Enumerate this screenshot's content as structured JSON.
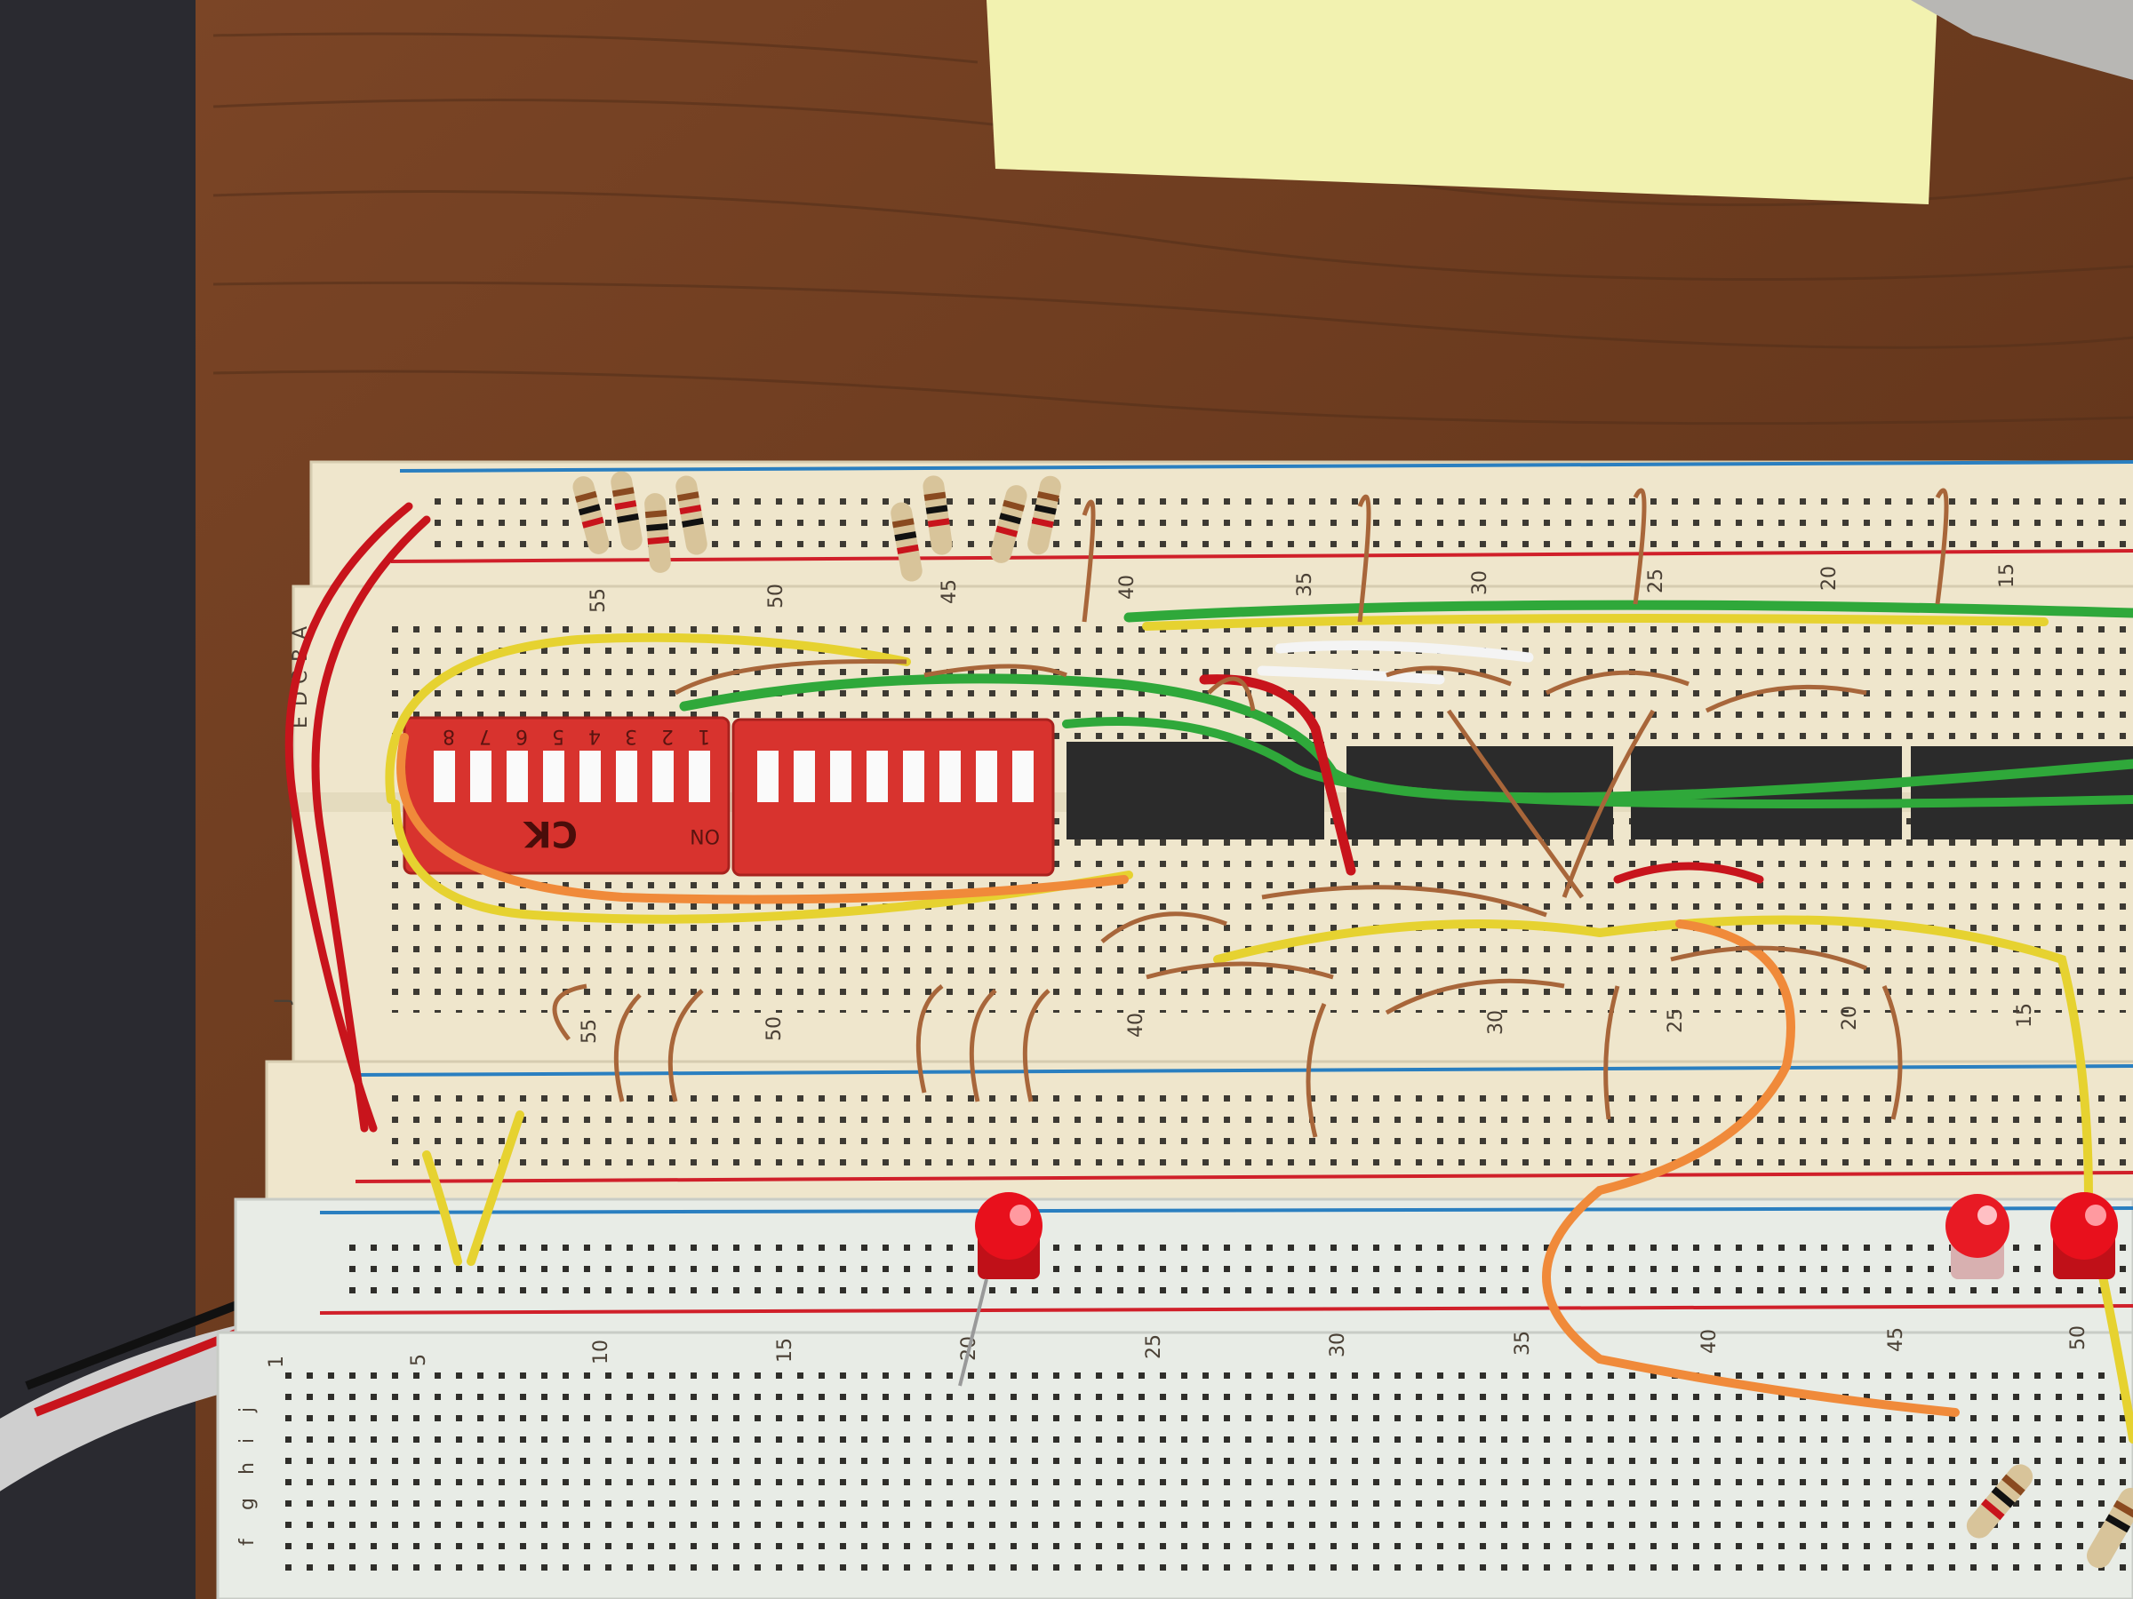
{
  "upper_board": {
    "top_numbers": [
      "55",
      "50",
      "45",
      "40",
      "35",
      "30",
      "25",
      "20",
      "15"
    ],
    "bottom_numbers": [
      "55",
      "50",
      "40",
      "30",
      "25",
      "20",
      "15"
    ],
    "row_letters": [
      "A",
      "B",
      "C",
      "D",
      "E",
      "J"
    ]
  },
  "lower_board": {
    "numbers": [
      "1",
      "5",
      "10",
      "15",
      "20",
      "25",
      "30",
      "35",
      "40",
      "45",
      "50"
    ],
    "row_letters": [
      "j",
      "i",
      "h",
      "g",
      "f"
    ]
  },
  "dip_switch": {
    "numbers": [
      "1",
      "2",
      "3",
      "4",
      "5",
      "6",
      "7",
      "8"
    ],
    "on_label": "ON",
    "brand_logo": "CK"
  },
  "colors": {
    "wood": "#6a3a1e",
    "breadboard": "#efe6cc",
    "dip_switch": "#d8332e",
    "ic_chip": "#2b2b2b",
    "wire_green": "#2fa83a",
    "wire_yellow": "#e6d230",
    "wire_red": "#c8141c",
    "wire_orange": "#f08a3a",
    "led_red": "#e8101c",
    "sticky_note": "#f2f2b0"
  }
}
